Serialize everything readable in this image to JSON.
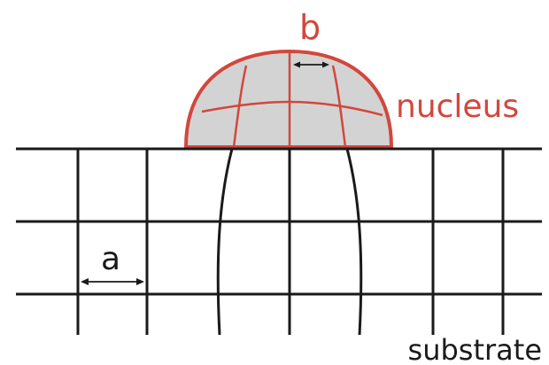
{
  "labels": {
    "b": "b",
    "nucleus": "nucleus",
    "a": "a",
    "substrate": "substrate"
  },
  "colors": {
    "lattice": "#1a1a1a",
    "nucleus": "#d2473c",
    "nucleus_fill": "#d3d3d3"
  }
}
